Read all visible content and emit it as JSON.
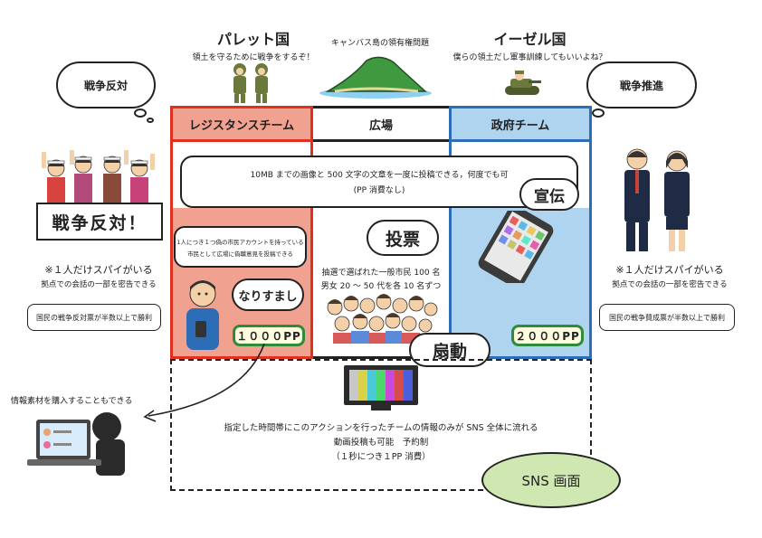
{
  "countries": {
    "palette": {
      "name": "パレット国",
      "slogan": "領土を守るために戦争をするぞ！"
    },
    "island": {
      "title": "キャンバス島の領有権問題"
    },
    "easel": {
      "name": "イーゼル国",
      "slogan": "僕らの領土だし軍事訓練してもいいよね？"
    }
  },
  "clouds": {
    "left": "戦争反対",
    "right": "戦争推進"
  },
  "columns": {
    "resistance": "レジスタンスチーム",
    "plaza": "広場",
    "government": "政府チーム"
  },
  "post_box": {
    "line1": "10MB までの画像と 500 文字の文章を一度に投稿できる，何度でも可",
    "line2": "(PP 消費なし)"
  },
  "labels": {
    "senden": "宣伝",
    "touhyou": "投票",
    "narisumashi": "なりすまし",
    "sendou": "扇動"
  },
  "resistance_note": {
    "line1": "1人につき１つ偽の市民アカウントを持っている",
    "line2": "市民として広場に偽職意見を投稿できる"
  },
  "plaza_note": {
    "line1": "抽選で選ばれた一般市民 100 名",
    "line2": "男女 20 ～ 50 代を各 10 名ずつ"
  },
  "points": {
    "resistance": "１０００PP",
    "government": "２０００PP"
  },
  "left_side": {
    "sign": "戦争反対！",
    "spy": "※１人だけスパイがいる",
    "spy_sub": "拠点での会話の一部を密告できる",
    "win": "国民の戦争反対票が半数以上で勝利"
  },
  "right_side": {
    "spy": "※１人だけスパイがいる",
    "spy_sub": "拠点での会話の一部を密告できる",
    "win": "国民の戦争賛成票が半数以上で勝利"
  },
  "buy_info": "情報素材を購入することもできる",
  "broadcast": {
    "line1": "指定した時間帯にこのアクションを行ったチームの情報のみが SNS 全体に流れる",
    "line2": "動画投稿も可能　予約制",
    "line3": "（１秒につき１PP 消費）"
  },
  "sns_label": "SNS 画面",
  "colors": {
    "red": "#e0301e",
    "red_fill": "#f0a18f",
    "blue": "#2d6db5",
    "blue_fill": "#aed4ef",
    "green": "#2e8b3a",
    "sns_fill": "#cfe8b2"
  }
}
